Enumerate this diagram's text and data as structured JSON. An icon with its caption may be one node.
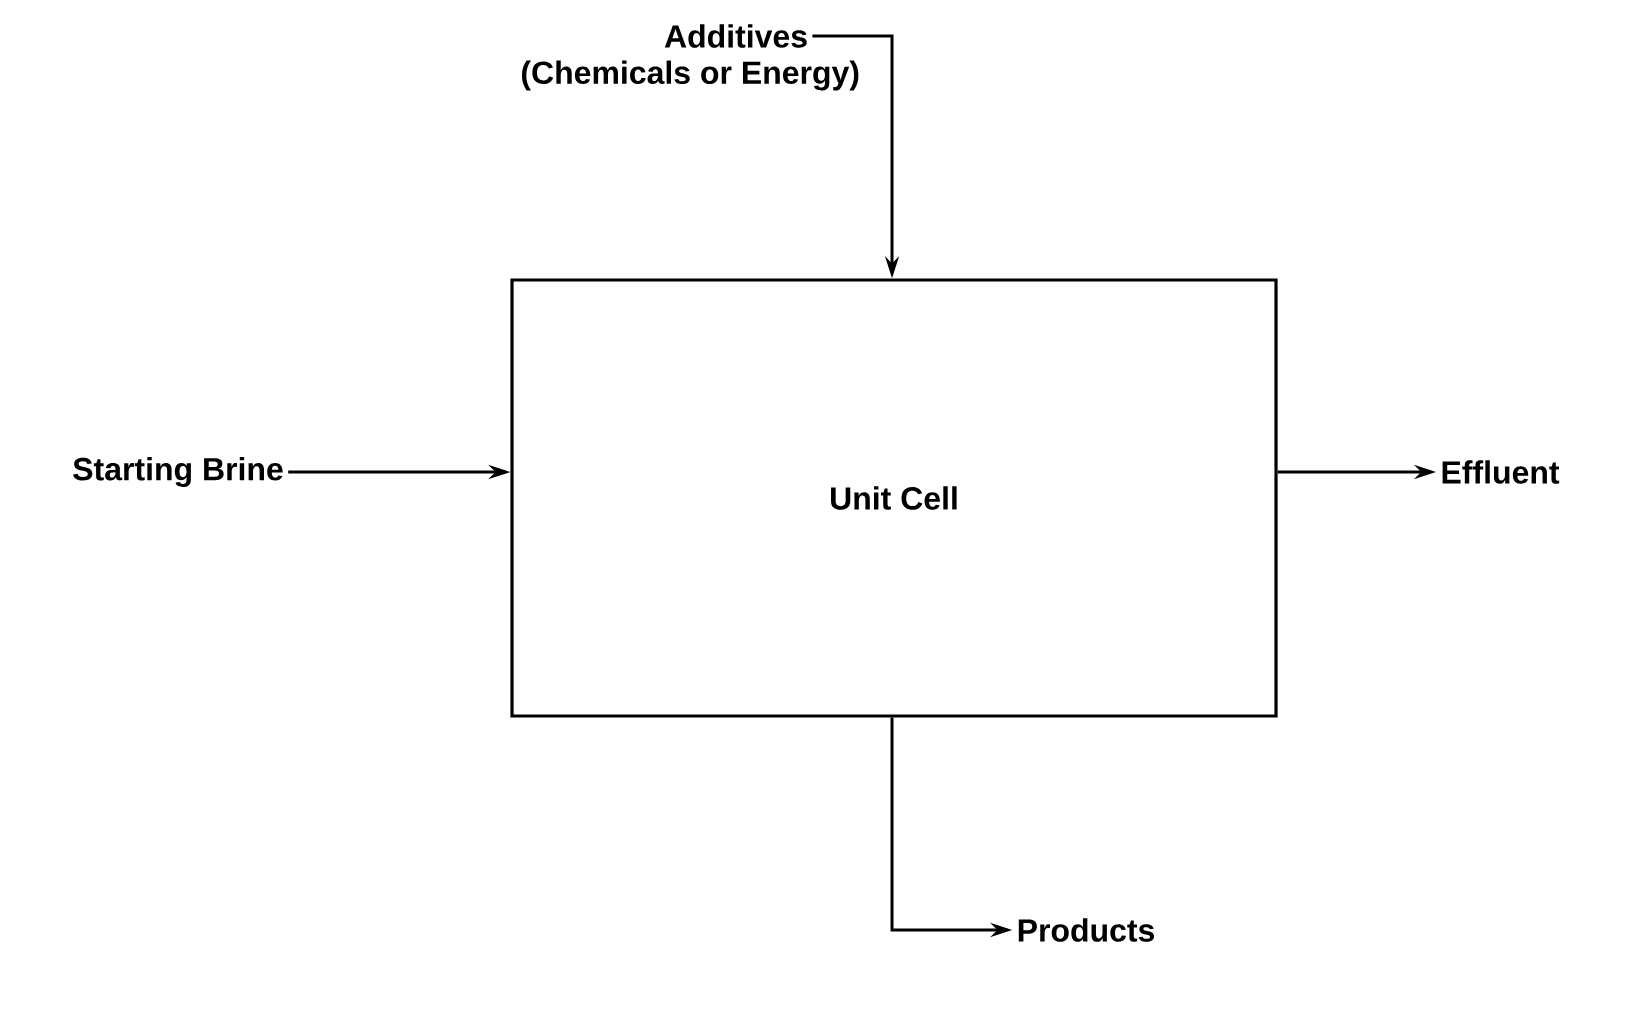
{
  "diagram": {
    "nodes": [
      {
        "text": [
          "Additives",
          "(Chemicals or Energy)"
        ]
      },
      {
        "text": [
          "Unit Cell"
        ]
      },
      {
        "text": [
          "Starting Brine"
        ]
      },
      {
        "text": [
          "Effluent"
        ]
      },
      {
        "text": [
          "Products"
        ]
      }
    ],
    "edges": [
      {
        "from": 0,
        "to": 1,
        "arrow": "to"
      },
      {
        "from": 2,
        "to": 1,
        "arrow": "to"
      },
      {
        "from": 1,
        "to": 3,
        "arrow": "to"
      },
      {
        "from": 1,
        "to": 4,
        "arrow": "to"
      }
    ]
  }
}
